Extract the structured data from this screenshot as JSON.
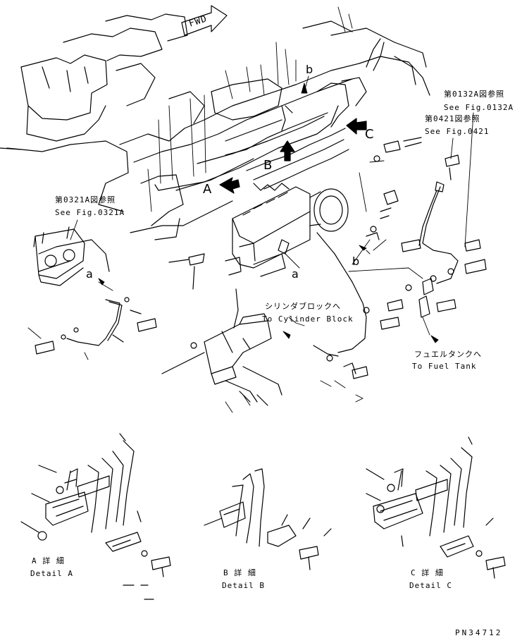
{
  "labels": {
    "fwd": "FWD",
    "callout_a_main": "A",
    "callout_b_main": "B",
    "callout_c_main": "C",
    "lower_b": "b",
    "upper_b": "b",
    "a_left": "a",
    "a_center": "a",
    "ref_0132a_jp": "第0132A図参照",
    "ref_0132a_en": "See Fig.0132A",
    "ref_0421_jp": "第0421図参照",
    "ref_0421_en": "See Fig.0421",
    "ref_0321a_jp": "第0321A図参照",
    "ref_0321a_en": "See Fig.0321A",
    "cyl_jp": "シリンダブロックへ",
    "cyl_en": "To Cylinder Block",
    "fuel_jp": "フュエルタンクへ",
    "fuel_en": "To Fuel Tank",
    "detail_a_jp": "A 詳 細",
    "detail_a_en": "Detail A",
    "detail_b_jp": "B 詳 細",
    "detail_b_en": "Detail B",
    "detail_c_jp": "C 詳 細",
    "detail_c_en": "Detail C",
    "part_no": "PN34712"
  }
}
